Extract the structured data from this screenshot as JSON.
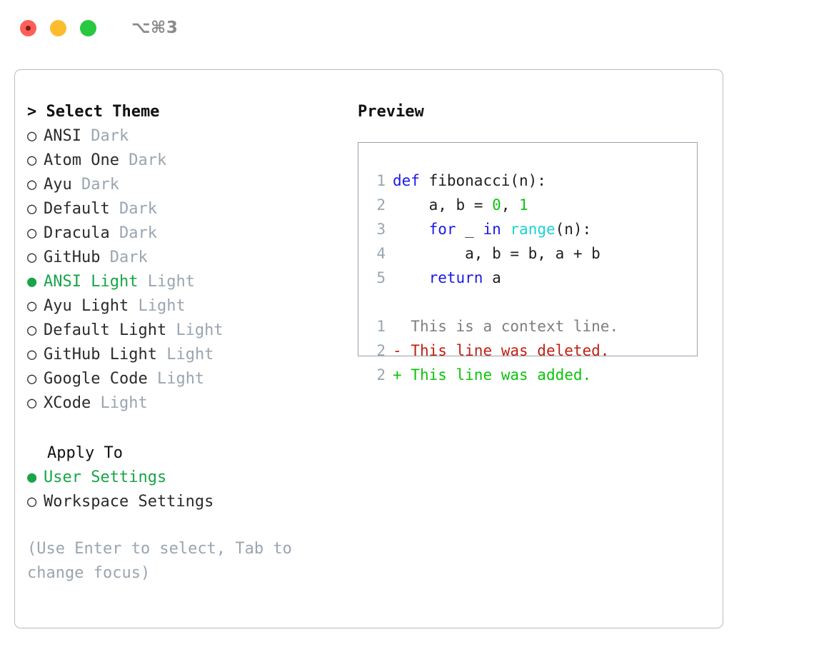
{
  "titlebar": {
    "shortcut": "⌥⌘3",
    "buttons": [
      {
        "name": "close",
        "color": "#fb5f57"
      },
      {
        "name": "minimize",
        "color": "#fcbc2e"
      },
      {
        "name": "maximize",
        "color": "#28c840"
      }
    ]
  },
  "colors": {
    "accent_green": "#17a548",
    "muted_gray": "#9aa5b1",
    "keyword_blue": "#1a1ae8",
    "function_cyan": "#18d3d3",
    "number_green": "#0cc40c",
    "diff_added": "#0cc40c",
    "diff_removed": "#c41f11",
    "diff_context": "#7e7e7e",
    "border": "#b6bec8",
    "preview_border": "#97a3b0"
  },
  "theme_list": {
    "header": "> Select Theme",
    "bullet_selected": "●",
    "bullet_unselected": "○",
    "items": [
      {
        "name": "ANSI",
        "mode": "Dark",
        "selected": false
      },
      {
        "name": "Atom One",
        "mode": "Dark",
        "selected": false
      },
      {
        "name": "Ayu",
        "mode": "Dark",
        "selected": false
      },
      {
        "name": "Default",
        "mode": "Dark",
        "selected": false
      },
      {
        "name": "Dracula",
        "mode": "Dark",
        "selected": false
      },
      {
        "name": "GitHub",
        "mode": "Dark",
        "selected": false
      },
      {
        "name": "ANSI Light",
        "mode": "Light",
        "selected": true
      },
      {
        "name": "Ayu Light",
        "mode": "Light",
        "selected": false
      },
      {
        "name": "Default Light",
        "mode": "Light",
        "selected": false
      },
      {
        "name": "GitHub Light",
        "mode": "Light",
        "selected": false
      },
      {
        "name": "Google Code",
        "mode": "Light",
        "selected": false
      },
      {
        "name": "XCode",
        "mode": "Light",
        "selected": false
      }
    ]
  },
  "apply_to": {
    "header": "Apply To",
    "items": [
      {
        "name": "User Settings",
        "selected": true
      },
      {
        "name": "Workspace Settings",
        "selected": false
      }
    ]
  },
  "hint": "(Use Enter to select, Tab to change focus)",
  "preview": {
    "header": "Preview",
    "code_lines": [
      {
        "no": "1",
        "tokens": [
          {
            "t": "def",
            "c": "kw"
          },
          {
            "t": " fibonacci(n):",
            "c": "plain"
          }
        ]
      },
      {
        "no": "2",
        "tokens": [
          {
            "t": "    a, b = ",
            "c": "plain"
          },
          {
            "t": "0",
            "c": "num"
          },
          {
            "t": ", ",
            "c": "plain"
          },
          {
            "t": "1",
            "c": "num"
          }
        ]
      },
      {
        "no": "3",
        "tokens": [
          {
            "t": "    ",
            "c": "plain"
          },
          {
            "t": "for",
            "c": "kw"
          },
          {
            "t": " _ ",
            "c": "plain"
          },
          {
            "t": "in",
            "c": "kw"
          },
          {
            "t": " ",
            "c": "plain"
          },
          {
            "t": "range",
            "c": "fn"
          },
          {
            "t": "(n):",
            "c": "plain"
          }
        ]
      },
      {
        "no": "4",
        "tokens": [
          {
            "t": "        a, b = b, a + b",
            "c": "plain"
          }
        ]
      },
      {
        "no": "5",
        "tokens": [
          {
            "t": "    ",
            "c": "plain"
          },
          {
            "t": "return",
            "c": "kw"
          },
          {
            "t": " a",
            "c": "plain"
          }
        ]
      }
    ],
    "diff_lines": [
      {
        "no": "1",
        "marker": "  ",
        "text": "This is a context line.",
        "kind": "diff-ctx"
      },
      {
        "no": "2",
        "marker": "- ",
        "text": "This line was deleted.",
        "kind": "diff-del"
      },
      {
        "no": "2",
        "marker": "+ ",
        "text": "This line was added.",
        "kind": "diff-add"
      }
    ]
  }
}
